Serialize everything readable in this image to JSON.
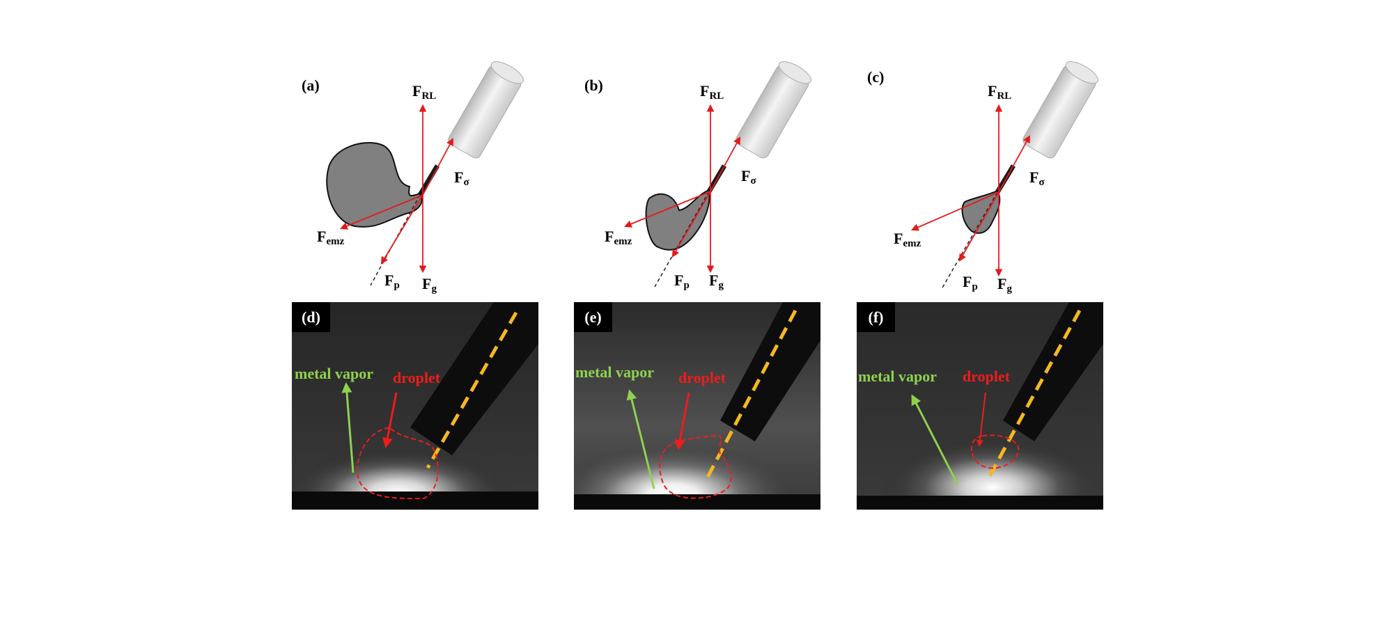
{
  "colors": {
    "force_arrow": "#e31a1c",
    "droplet_fill": "#808080",
    "droplet_outline": "#ee1c1c",
    "electrode_axis": "#f5b820",
    "vapor_arrow": "#8fd14f"
  },
  "diagrams": [
    {
      "label": "(a)",
      "forces": {
        "f_rl": "F",
        "f_rl_sub": "RL",
        "f_sigma": "F",
        "f_sigma_sub": "σ",
        "f_emz": "F",
        "f_emz_sub": "emz",
        "f_p": "F",
        "f_p_sub": "p",
        "f_g": "F",
        "f_g_sub": "g"
      }
    },
    {
      "label": "(b)",
      "forces": {
        "f_rl": "F",
        "f_rl_sub": "RL",
        "f_sigma": "F",
        "f_sigma_sub": "σ",
        "f_emz": "F",
        "f_emz_sub": "emz",
        "f_p": "F",
        "f_p_sub": "p",
        "f_g": "F",
        "f_g_sub": "g"
      }
    },
    {
      "label": "(c)",
      "forces": {
        "f_rl": "F",
        "f_rl_sub": "RL",
        "f_sigma": "F",
        "f_sigma_sub": "σ",
        "f_emz": "F",
        "f_emz_sub": "emz",
        "f_p": "F",
        "f_p_sub": "p",
        "f_g": "F",
        "f_g_sub": "g"
      }
    }
  ],
  "photos": [
    {
      "label": "(d)",
      "vapor_label": "metal vapor",
      "droplet_label": "droplet"
    },
    {
      "label": "(e)",
      "vapor_label": "metal vapor",
      "droplet_label": "droplet"
    },
    {
      "label": "(f)",
      "vapor_label": "metal vapor",
      "droplet_label": "droplet"
    }
  ]
}
